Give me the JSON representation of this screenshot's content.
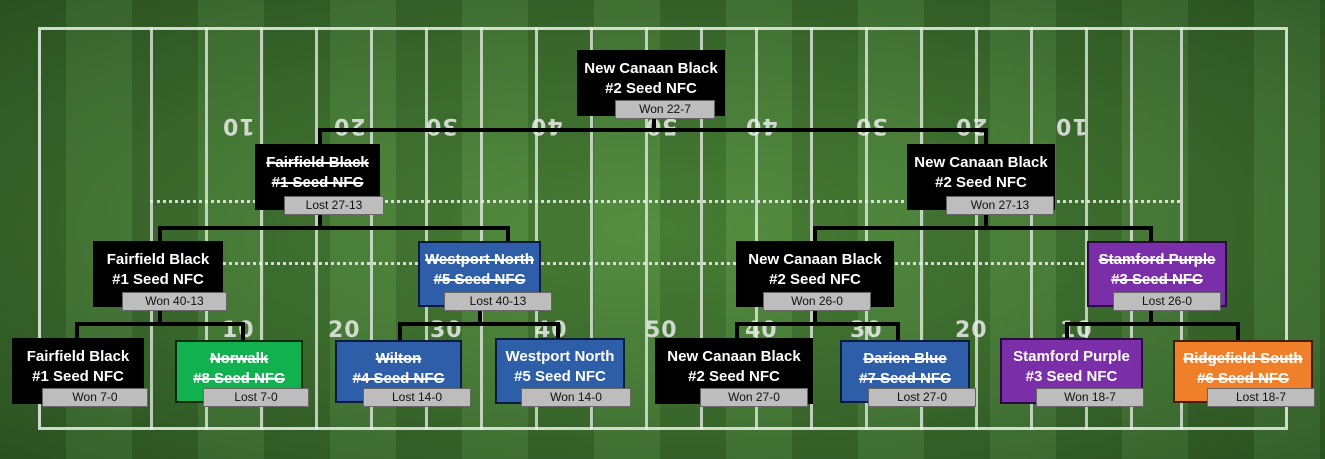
{
  "colors": {
    "black": "#000000",
    "blue": "#2f5ea8",
    "green": "#12b14f",
    "purple": "#7a2fa8",
    "orange": "#f07f2a",
    "field_green": "#3f7330",
    "result_tag": "#bdbdbd"
  },
  "field": {
    "top_numbers": [
      "10",
      "20",
      "30",
      "40",
      "50",
      "40",
      "30",
      "20",
      "10"
    ],
    "bottom_numbers": [
      "10",
      "20",
      "30",
      "40",
      "50",
      "40",
      "30",
      "20",
      "10"
    ]
  },
  "bracket": {
    "final": {
      "name": "New Canaan Black",
      "seed": "#2 Seed NFC",
      "result": "Won 22-7",
      "color": "black",
      "eliminated": false
    },
    "semis": [
      {
        "name": "Fairfield Black",
        "seed": "#1 Seed NFC",
        "result": "Lost 27-13",
        "color": "black",
        "eliminated": true
      },
      {
        "name": "New Canaan Black",
        "seed": "#2 Seed NFC",
        "result": "Won 27-13",
        "color": "black",
        "eliminated": false
      }
    ],
    "quarters": [
      {
        "name": "Fairfield Black",
        "seed": "#1 Seed NFC",
        "result": "Won 40-13",
        "color": "black",
        "eliminated": false
      },
      {
        "name": "Westport North",
        "seed": "#5 Seed NFC",
        "result": "Lost 40-13",
        "color": "blue",
        "eliminated": true
      },
      {
        "name": "New Canaan Black",
        "seed": "#2 Seed NFC",
        "result": "Won 26-0",
        "color": "black",
        "eliminated": false
      },
      {
        "name": "Stamford Purple",
        "seed": "#3 Seed NFC",
        "result": "Lost 26-0",
        "color": "purple",
        "eliminated": true
      }
    ],
    "first_round": [
      {
        "name": "Fairfield Black",
        "seed": "#1 Seed NFC",
        "result": "Won 7-0",
        "color": "black",
        "eliminated": false
      },
      {
        "name": "Norwalk",
        "seed": "#8 Seed NFC",
        "result": "Lost 7-0",
        "color": "green",
        "eliminated": true
      },
      {
        "name": "Wilton",
        "seed": "#4 Seed NFC",
        "result": "Lost 14-0",
        "color": "blue",
        "eliminated": true
      },
      {
        "name": "Westport North",
        "seed": "#5 Seed NFC",
        "result": "Won 14-0",
        "color": "blue",
        "eliminated": false
      },
      {
        "name": "New Canaan Black",
        "seed": "#2 Seed NFC",
        "result": "Won 27-0",
        "color": "black",
        "eliminated": false
      },
      {
        "name": "Darien Blue",
        "seed": "#7 Seed NFC",
        "result": "Lost 27-0",
        "color": "blue",
        "eliminated": true
      },
      {
        "name": "Stamford Purple",
        "seed": "#3 Seed NFC",
        "result": "Won 18-7",
        "color": "purple",
        "eliminated": false
      },
      {
        "name": "Ridgefield South",
        "seed": "#6 Seed NFC",
        "result": "Lost 18-7",
        "color": "orange",
        "eliminated": true
      }
    ]
  }
}
